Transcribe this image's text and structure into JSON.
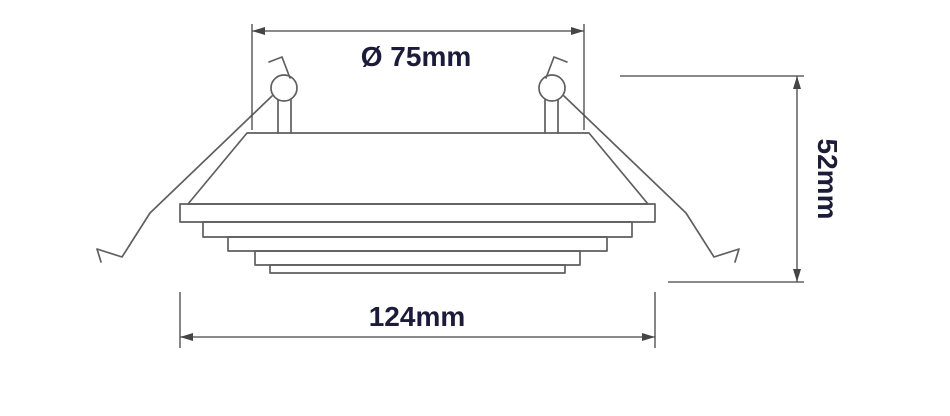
{
  "diagram": {
    "subject": "recessed-downlight-cross-section-dimension-drawing",
    "dimensions": {
      "top": {
        "label": "Ø 75mm"
      },
      "right": {
        "label": "52mm"
      },
      "bottom": {
        "label": "124mm"
      }
    },
    "colors": {
      "background": "#ffffff",
      "drawing_line": "#5f5f5f",
      "dimension_line": "#454545",
      "label_text": "#1c1c3a"
    }
  }
}
